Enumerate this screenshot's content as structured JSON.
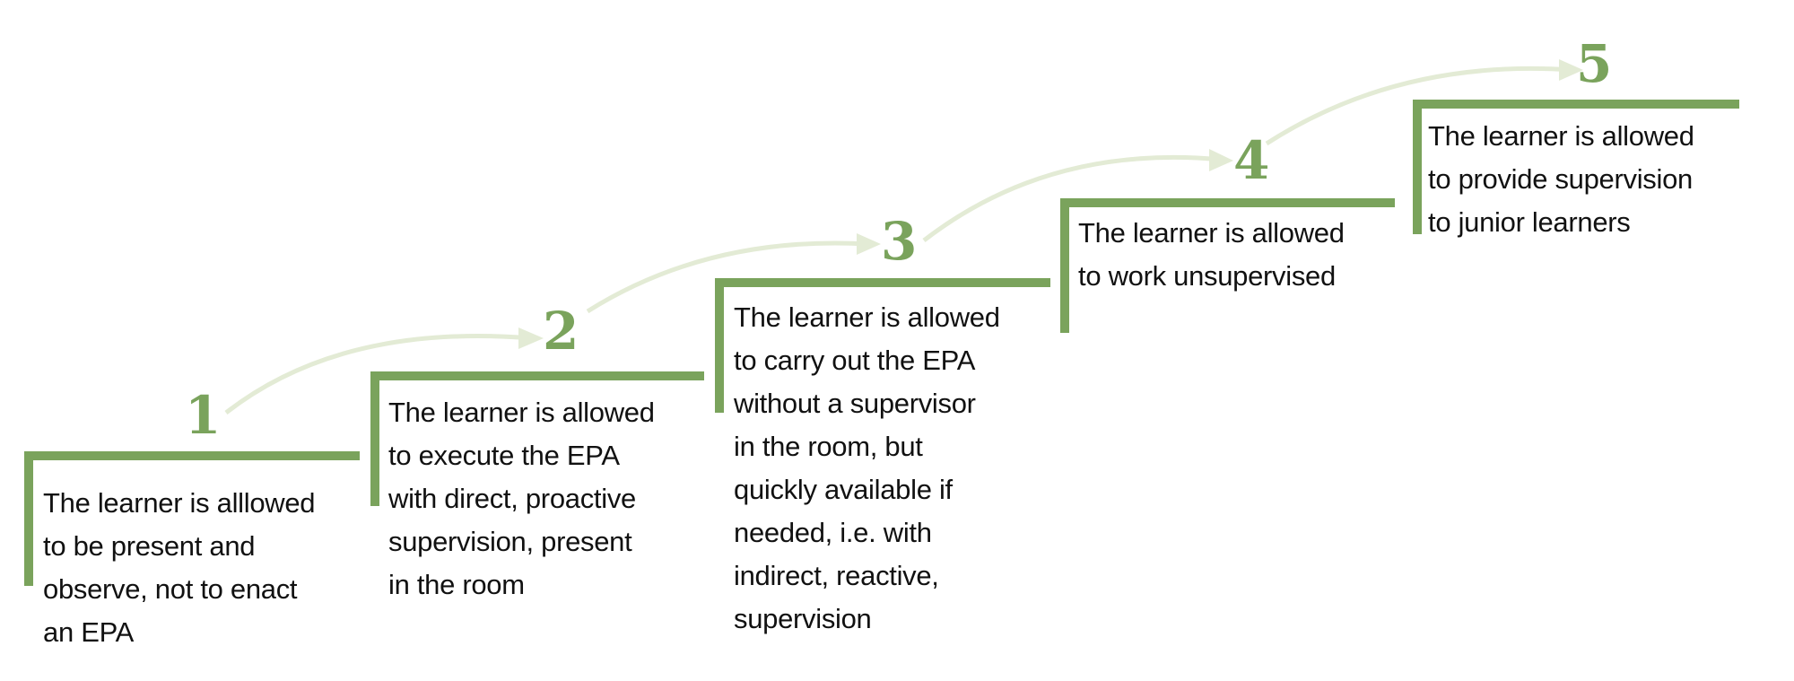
{
  "diagram": {
    "title_hidden": "",
    "accent_color": "#7aa35c",
    "arrow_color": "#e3ebd5",
    "steps": [
      {
        "number": "1",
        "lines": [
          "The learner is alllowed",
          "to be present and",
          "observe, not to enact",
          "an EPA"
        ]
      },
      {
        "number": "2",
        "lines": [
          "The learner is allowed",
          "to execute the EPA",
          "with direct, proactive",
          "supervision, present",
          "in the room"
        ]
      },
      {
        "number": "3",
        "lines": [
          "The learner is allowed",
          "to carry out the EPA",
          "without a supervisor",
          "in the room, but",
          "quickly available if",
          "needed, i.e. with",
          "indirect, reactive,",
          "supervision"
        ]
      },
      {
        "number": "4",
        "lines": [
          "The learner is allowed",
          "to work unsupervised"
        ]
      },
      {
        "number": "5",
        "lines": [
          "The learner is allowed",
          "to provide supervision",
          "to junior learners"
        ]
      }
    ]
  }
}
